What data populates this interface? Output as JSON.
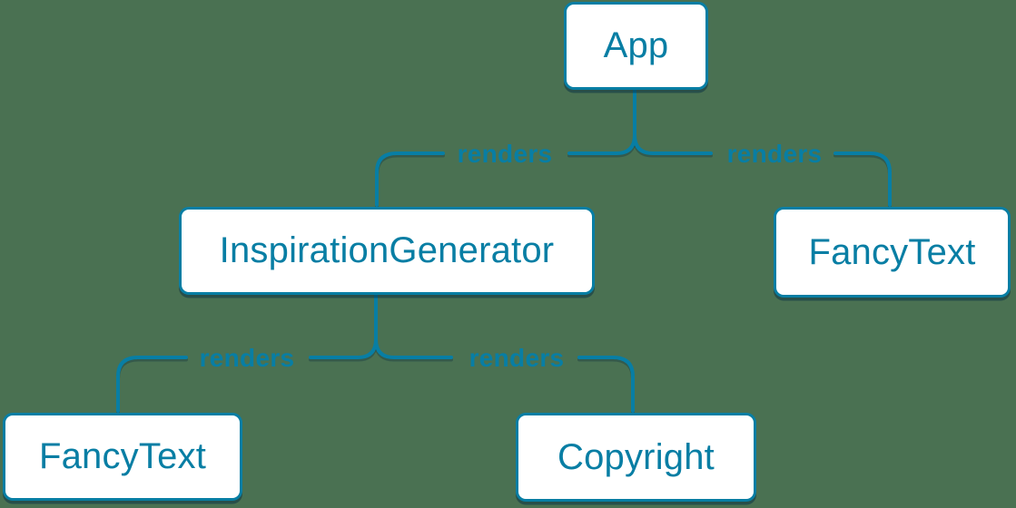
{
  "diagram": {
    "type": "component-render-tree",
    "colors": {
      "background": "#4a7152",
      "accent": "#087ea4",
      "node_fill": "#ffffff"
    },
    "nodes": [
      {
        "id": "app",
        "label": "App"
      },
      {
        "id": "inspiration-generator",
        "label": "InspirationGenerator"
      },
      {
        "id": "fancy-text-top",
        "label": "FancyText"
      },
      {
        "id": "fancy-text-bottom",
        "label": "FancyText"
      },
      {
        "id": "copyright",
        "label": "Copyright"
      }
    ],
    "edges": [
      {
        "from": "App",
        "to": "InspirationGenerator",
        "label": "renders"
      },
      {
        "from": "App",
        "to": "FancyText",
        "label": "renders"
      },
      {
        "from": "InspirationGenerator",
        "to": "FancyText",
        "label": "renders"
      },
      {
        "from": "InspirationGenerator",
        "to": "Copyright",
        "label": "renders"
      }
    ]
  }
}
